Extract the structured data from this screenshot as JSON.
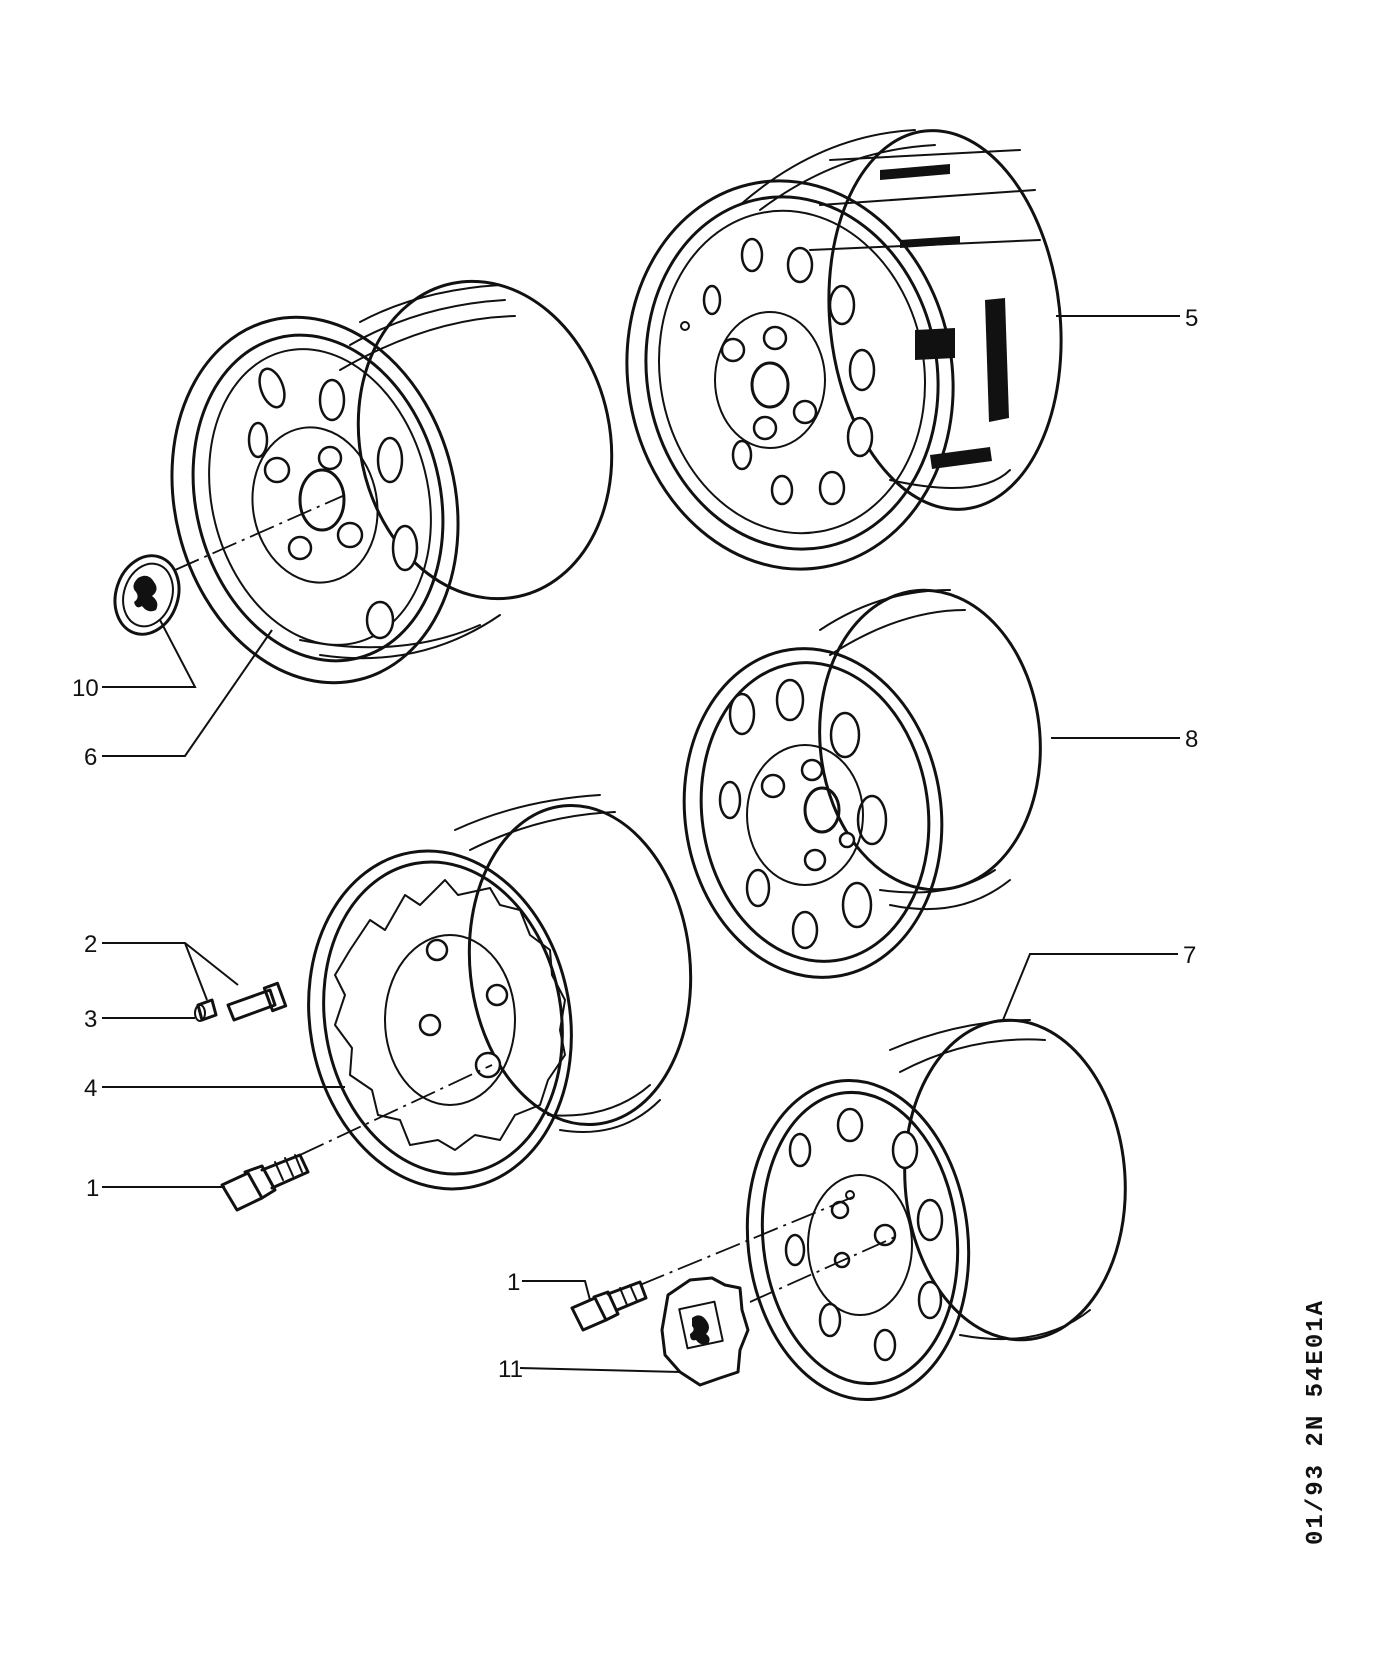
{
  "callouts": {
    "c1a": "1",
    "c1b": "1",
    "c2": "2",
    "c3": "3",
    "c4": "4",
    "c5": "5",
    "c6": "6",
    "c7": "7",
    "c8": "8",
    "c10": "10",
    "c11": "11"
  },
  "reference_code": "01/93  2N  54E01A"
}
